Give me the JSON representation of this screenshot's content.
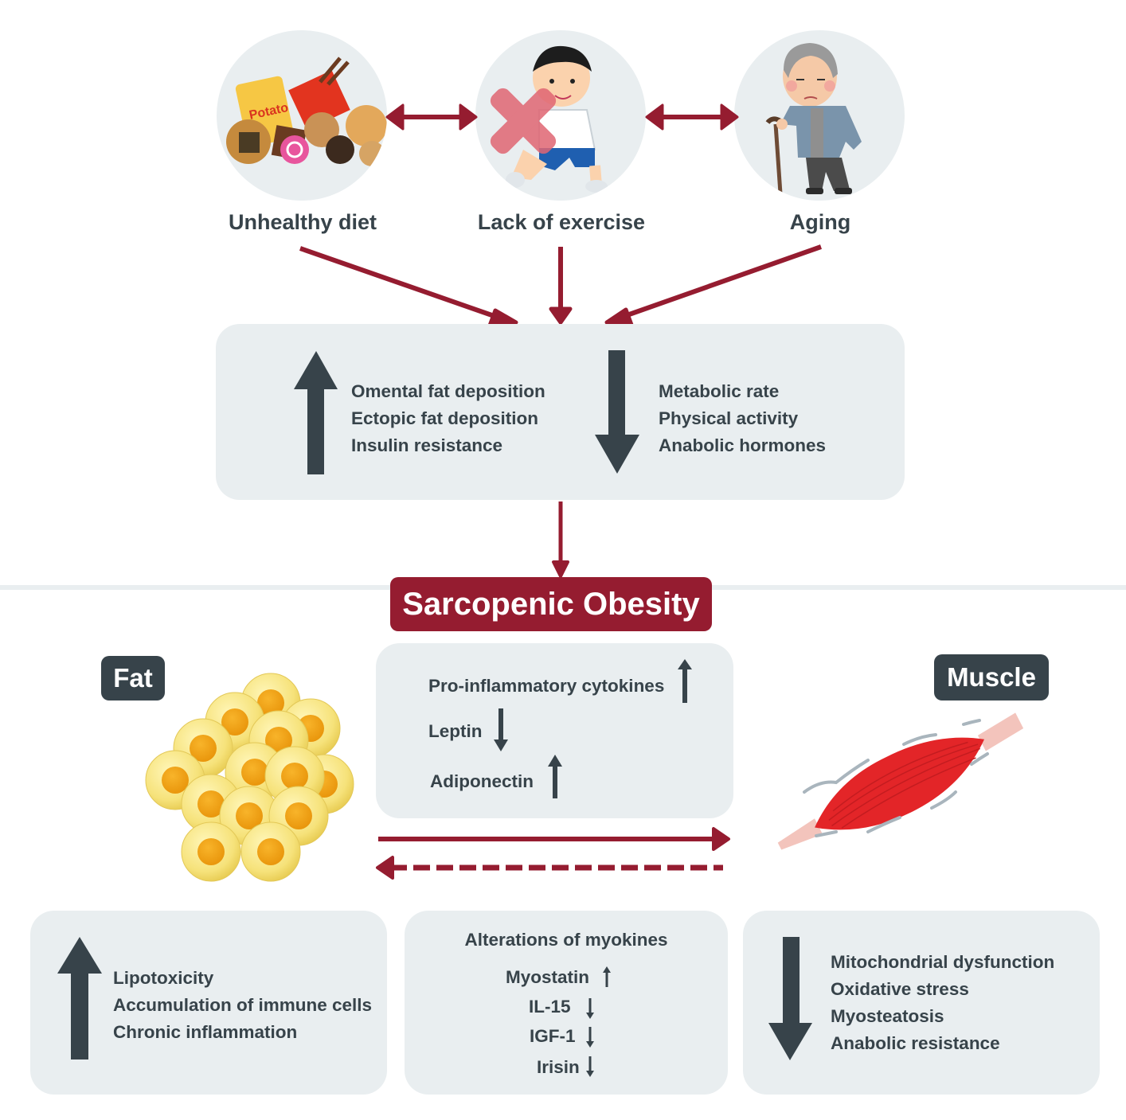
{
  "colors": {
    "accent": "#951c30",
    "dark": "#37434a",
    "panel": "#e9eef0"
  },
  "factors": [
    {
      "label": "Unhealthy diet",
      "icon": "junk-food-icon"
    },
    {
      "label": "Lack of exercise",
      "icon": "exercise-crossed-icon"
    },
    {
      "label": "Aging",
      "icon": "elderly-person-icon"
    }
  ],
  "mechanisms": {
    "increased": [
      "Omental fat deposition",
      "Ectopic fat deposition",
      "Insulin resistance"
    ],
    "decreased": [
      "Metabolic rate",
      "Physical activity",
      "Anabolic hormones"
    ]
  },
  "title": "Sarcopenic Obesity",
  "fat_label": "Fat",
  "muscle_label": "Muscle",
  "adipokines": [
    {
      "name": "Pro-inflammatory cytokines",
      "direction": "up"
    },
    {
      "name": "Leptin",
      "direction": "down"
    },
    {
      "name": "Adiponectin",
      "direction": "up"
    }
  ],
  "fat_effects": {
    "direction": "up",
    "items": [
      "Lipotoxicity",
      "Accumulation of immune cells",
      "Chronic inflammation"
    ]
  },
  "myokines": {
    "title": "Alterations of myokines",
    "items": [
      {
        "name": "Myostatin",
        "direction": "up"
      },
      {
        "name": "IL-15",
        "direction": "down"
      },
      {
        "name": "IGF-1",
        "direction": "down"
      },
      {
        "name": "Irisin",
        "direction": "down"
      }
    ]
  },
  "muscle_effects": {
    "direction": "down",
    "items": [
      "Mitochondrial dysfunction",
      "Oxidative stress",
      "Myosteatosis",
      "Anabolic resistance"
    ]
  }
}
